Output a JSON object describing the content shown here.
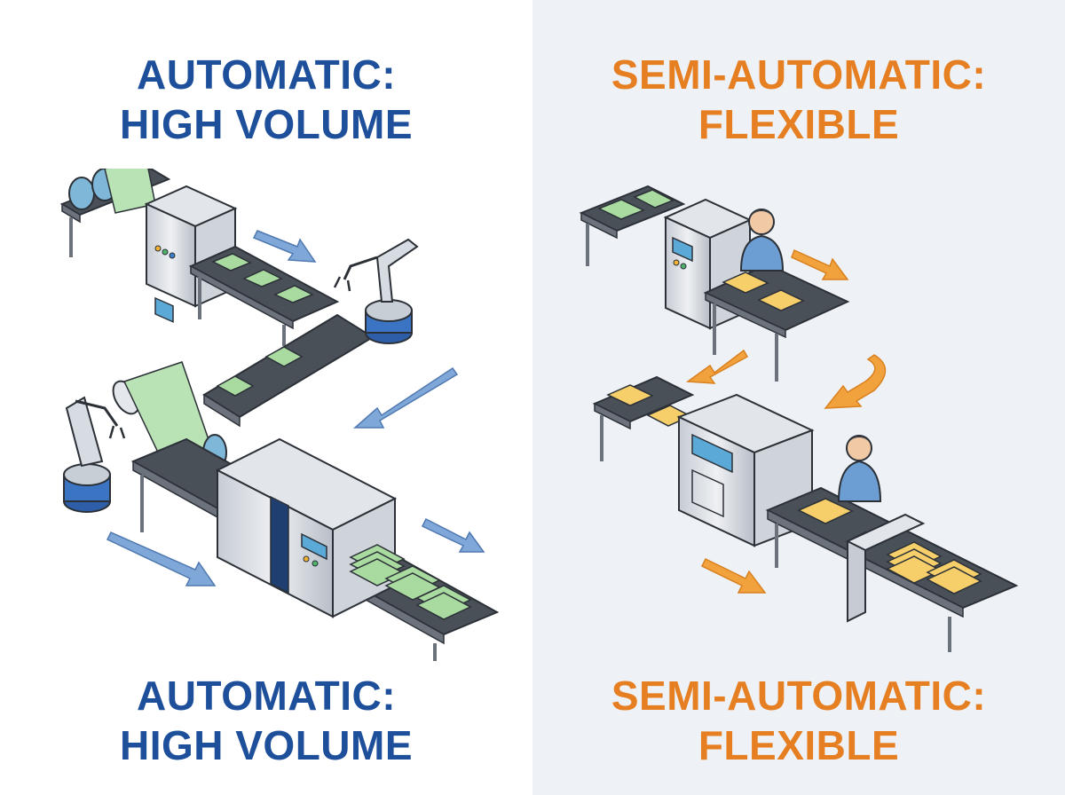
{
  "left_panel": {
    "title_line1": "AUTOMATIC:",
    "title_line2": "HIGH VOLUME",
    "bottom_title_line1": "AUTOMATIC:",
    "bottom_title_line2": "HIGH VOLUME",
    "accent_color": "#1d4f9a",
    "product_color": "#a9dba0"
  },
  "right_panel": {
    "title_line1": "SEMI-AUTOMATIC:",
    "title_line2": "FLEXIBLE",
    "bottom_title_line1": "SEMI-AUTOMATIC:",
    "bottom_title_line2": "FLEXIBLE",
    "accent_color": "#e67e22",
    "product_color": "#f6cf6a"
  },
  "icons": [
    "film-roll-icon",
    "bag-making-machine-icon",
    "conveyor-belt-icon",
    "robot-arm-icon",
    "worker-icon",
    "bag-stack-icon",
    "flow-arrow-icon"
  ]
}
